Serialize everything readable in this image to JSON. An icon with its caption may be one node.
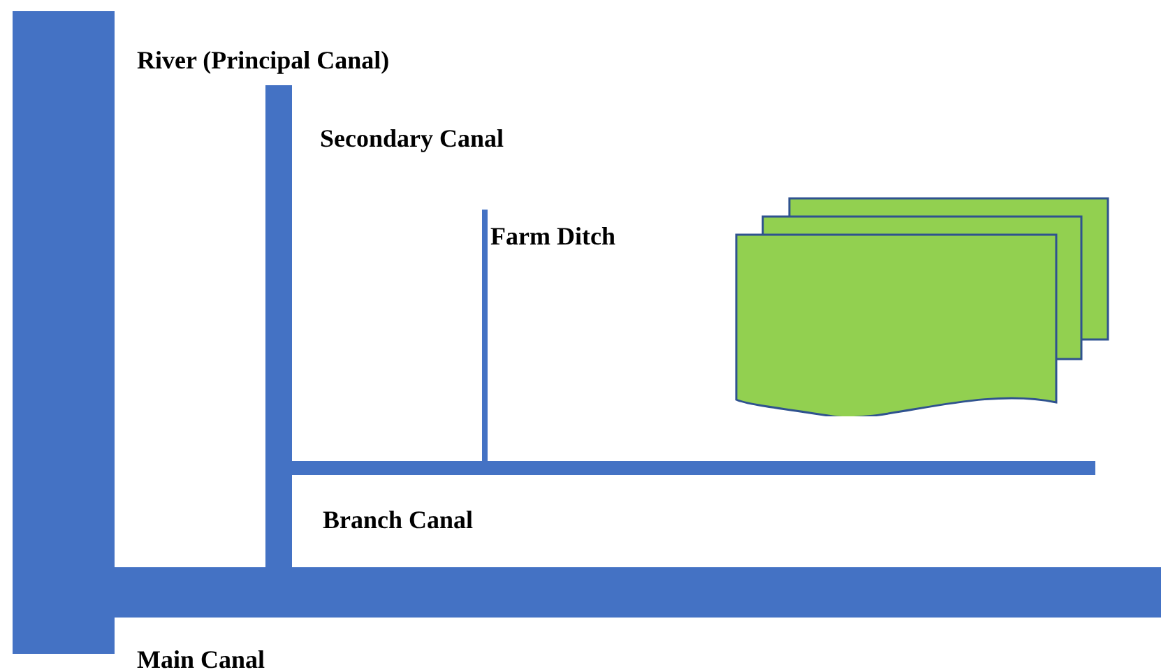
{
  "diagram": {
    "nodes": [
      {
        "text": [],
        "shape": "bar",
        "beside": [
          "River (Principal Canal)"
        ]
      },
      {
        "text": [],
        "shape": "bar",
        "beside": [
          "Secondary Canal"
        ]
      },
      {
        "text": [],
        "shape": "bar",
        "beside": [
          "Farm Ditch"
        ]
      },
      {
        "text": [],
        "shape": "bar",
        "beside": [
          "Branch Canal"
        ]
      },
      {
        "text": [],
        "shape": "bar",
        "beside": [
          "Main Canal"
        ]
      },
      {
        "text": [],
        "shape": "document"
      }
    ]
  }
}
